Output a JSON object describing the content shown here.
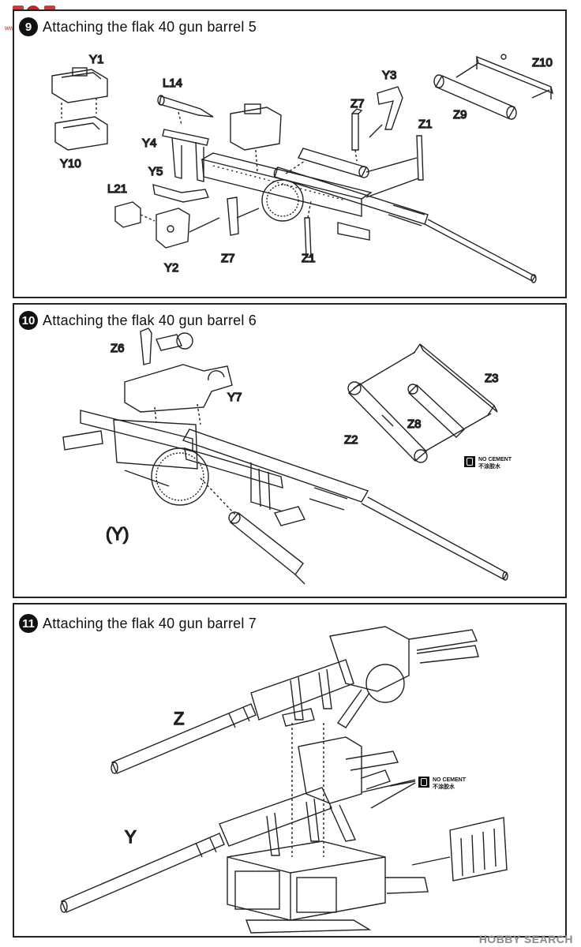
{
  "watermark": {
    "chinese": "高",
    "site": "www.sgzhan.com"
  },
  "steps": [
    {
      "num": "9",
      "title": "Attaching the flak 40 gun barrel 5",
      "labels": [
        "Y1",
        "L14",
        "Y3",
        "Z10",
        "Z7",
        "Z9",
        "Z1",
        "Y4",
        "Y10",
        "Y5",
        "L21",
        "Z7",
        "Z1",
        "Y2"
      ]
    },
    {
      "num": "10",
      "title": "Attaching the flak 40 gun barrel 6",
      "labels": [
        "Z6",
        "Y7",
        "Z3",
        "Z8",
        "Z2",
        "(Y)"
      ],
      "note": {
        "line1": "NO CEMENT",
        "line2": "不涂胶水"
      }
    },
    {
      "num": "11",
      "title": "Attaching the flak 40 gun barrel 7",
      "labels": [
        "Z",
        "Y"
      ],
      "note": {
        "line1": "NO CEMENT",
        "line2": "不涂胶水"
      }
    }
  ],
  "footer": {
    "brand": "HOBBY SEARCH"
  }
}
